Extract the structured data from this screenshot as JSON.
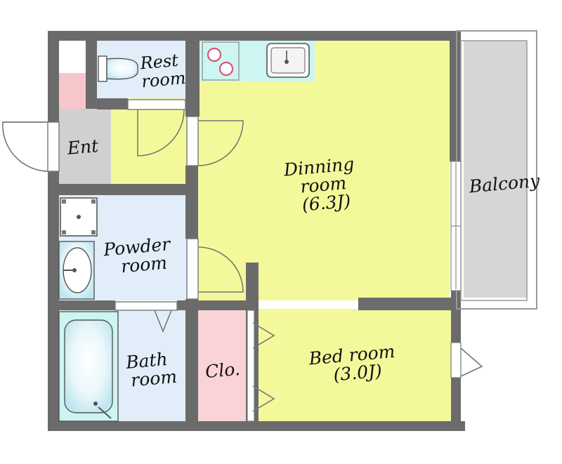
{
  "rooms": {
    "rest_room": [
      "Rest",
      "room"
    ],
    "entrance": [
      "Ent"
    ],
    "dining_room": [
      "Dinning",
      "room",
      "(6.3J)"
    ],
    "balcony": [
      "Balcony"
    ],
    "powder_room": [
      "Powder",
      "room"
    ],
    "bath_room": [
      "Bath",
      "room"
    ],
    "closet": [
      "Clo."
    ],
    "bed_room": [
      "Bed room",
      "(3.0J)"
    ]
  },
  "colors": {
    "wall": "#6b6b6b",
    "living_area": "#f3f99b",
    "wet_area": "#e1eefa",
    "entrance_floor": "#d0d0d0",
    "balcony_floor": "#d6d6d6",
    "closet": "#f9d3d6",
    "shoe_box": "#f7c6cb",
    "kitchen_counter": "#cdf5f1"
  }
}
